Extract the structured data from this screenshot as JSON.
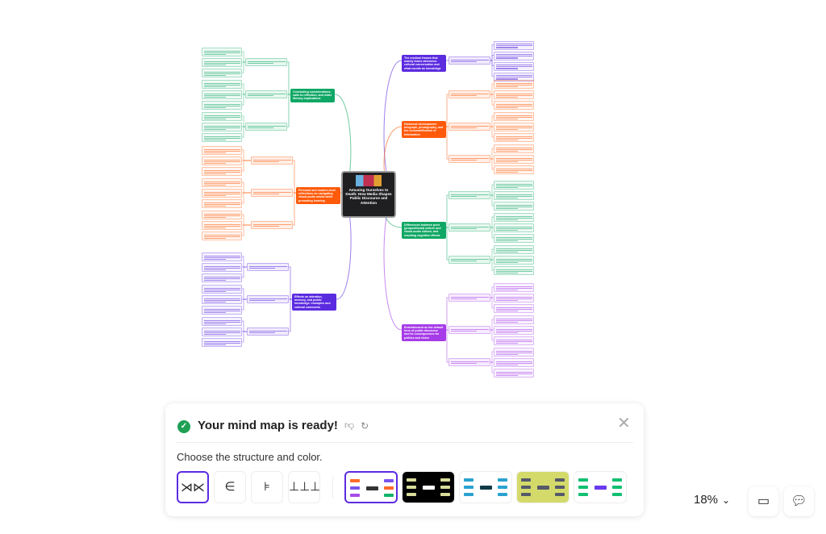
{
  "mindmap": {
    "center_title": "Amusing Ourselves to Death: How Media Shapes Public Discourse and Attention",
    "branches": [
      {
        "label": "The medium frames that mainly forms determine cultural conversation and what counts as knowledge",
        "color": "#5b2be0",
        "side": "right",
        "subs": 1,
        "leaves": 4
      },
      {
        "label": "Historical development: telegraph, photography, and the commodification of information",
        "color": "#ff5a0a",
        "side": "right",
        "subs": 3,
        "leaves": 9
      },
      {
        "label": "Differences between print (propositional) culture and visual-audio culture, and resulting cognitive effects",
        "color": "#0fa764",
        "side": "right",
        "subs": 3,
        "leaves": 8
      },
      {
        "label": "Entertainment as the default form of public discourse and its consequences for politics and civics",
        "color": "#a63be8",
        "side": "right",
        "subs": 3,
        "leaves": 9
      },
      {
        "label": "Concluding considerations: calls to reflection, and wider literacy implications",
        "color": "#0fa764",
        "side": "left",
        "subs": 3,
        "leaves": 8
      },
      {
        "label": "Personal and modern-level reflections on navigating visual-audio media while promoting learning",
        "color": "#ff5a0a",
        "side": "left",
        "subs": 3,
        "leaves": 8
      },
      {
        "label": "Effects on attention, memory, and public knowledge: examples and cultural comments",
        "color": "#5b2be0",
        "side": "left",
        "subs": 3,
        "leaves": 9
      }
    ]
  },
  "panel": {
    "title": "Your mind map is ready!",
    "subtitle": "Choose the structure and color.",
    "structures": [
      {
        "icon": "⋊⋉",
        "name": "mind-map"
      },
      {
        "icon": "∈",
        "name": "logic-right"
      },
      {
        "icon": "⊧",
        "name": "tree"
      },
      {
        "icon": "⊥⊥⊥",
        "name": "org-chart"
      }
    ],
    "themes": [
      {
        "bg": "#ffffff",
        "left": [
          "#ff6a2a",
          "#7a55ee",
          "#a64be8"
        ],
        "right": [
          "#7a55ee",
          "#ff6a2a",
          "#12b36a"
        ],
        "center": "#333"
      },
      {
        "bg": "#000000",
        "left": [
          "#d8dc9a",
          "#d8dc9a",
          "#d8dc9a"
        ],
        "right": [
          "#d8dc9a",
          "#d8dc9a",
          "#d8dc9a"
        ],
        "center": "#fff"
      },
      {
        "bg": "#ffffff",
        "left": [
          "#2aa2d0",
          "#2aa2d0",
          "#2aa2d0"
        ],
        "right": [
          "#2aa2d0",
          "#2aa2d0",
          "#2aa2d0"
        ],
        "center": "#123a48"
      },
      {
        "bg": "#d4da6a",
        "left": [
          "#555a6a",
          "#555a6a",
          "#555a6a"
        ],
        "right": [
          "#555a6a",
          "#555a6a",
          "#555a6a"
        ],
        "center": "#555a6a"
      },
      {
        "bg": "#ffffff",
        "left": [
          "#12c070",
          "#12c070",
          "#12c070"
        ],
        "right": [
          "#12c070",
          "#12c070",
          "#12c070"
        ],
        "center": "#6a3af0"
      }
    ]
  },
  "controls": {
    "zoom": "18%"
  }
}
